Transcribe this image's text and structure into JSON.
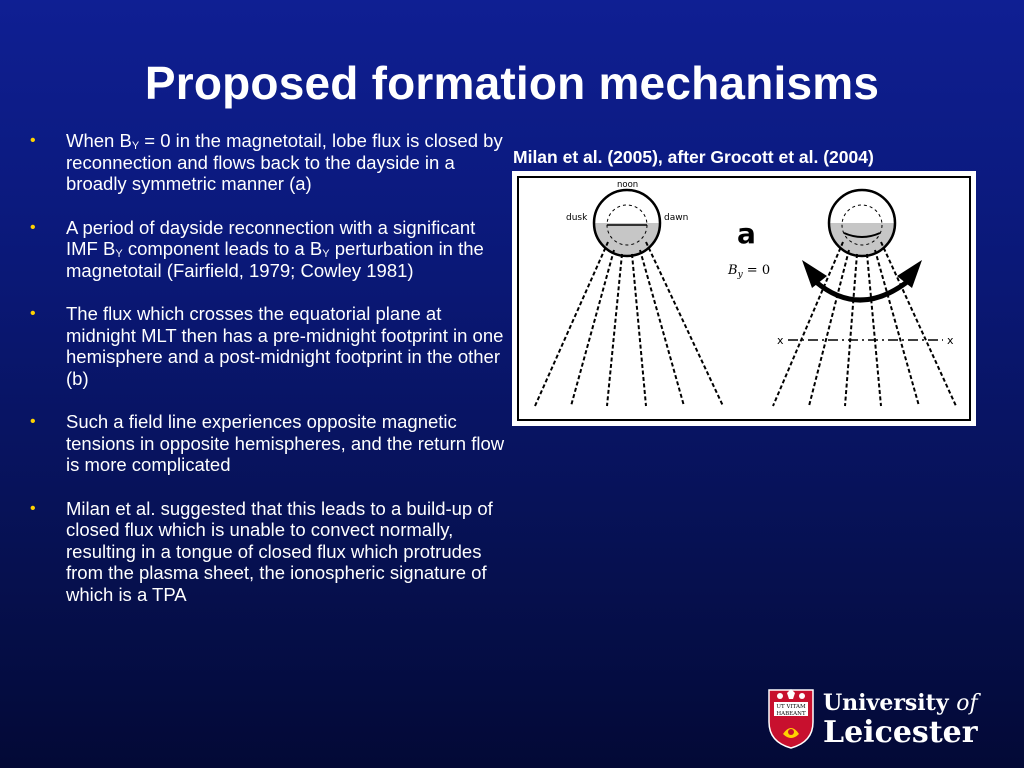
{
  "title": "Proposed formation mechanisms",
  "bullets": [
    {
      "pre": "When B",
      "sub": "Y",
      "post": " = 0 in the magnetotail, lobe flux is closed by reconnection and flows back to the dayside in a broadly symmetric manner (a)"
    },
    {
      "pre": "A period of dayside reconnection with a significant IMF B",
      "sub": "Y",
      "post": " component leads to a B",
      "sub2": "Y",
      "post2": " perturbation in the magnetotail (Fairfield, 1979; Cowley 1981)"
    },
    {
      "text": "The flux which crosses the equatorial plane at midnight MLT then has a pre-midnight footprint in one hemisphere and a post-midnight footprint in the other (b)"
    },
    {
      "text": "Such a field line experiences opposite magnetic tensions in opposite hemispheres, and the return flow is more complicated"
    },
    {
      "text": "Milan et al. suggested that this leads to a build-up of closed flux which is unable to convect normally, resulting in a tongue of closed flux which protrudes from the plasma sheet, the ionospheric signature of which is a TPA"
    }
  ],
  "bullet_symbol": "•",
  "figure": {
    "caption": "Milan et al. (2005), after Grocott et al. (2004)",
    "labels": {
      "noon": "noon",
      "dusk": "dusk",
      "dawn": "dawn",
      "panel": "a",
      "by_main": "B",
      "by_sub": "y",
      "by_rest": " = 0",
      "x_left": "x",
      "x_right": "x"
    }
  },
  "logo": {
    "line1_a": "University ",
    "line1_b": "of",
    "line2": "Leicester",
    "shield_text1": "UT VITAM",
    "shield_text2": "HABEANT"
  },
  "colors": {
    "background_top": "#0f1f93",
    "background_bottom": "#030936",
    "bullet": "#ffd200",
    "shield_red": "#c8102e"
  }
}
